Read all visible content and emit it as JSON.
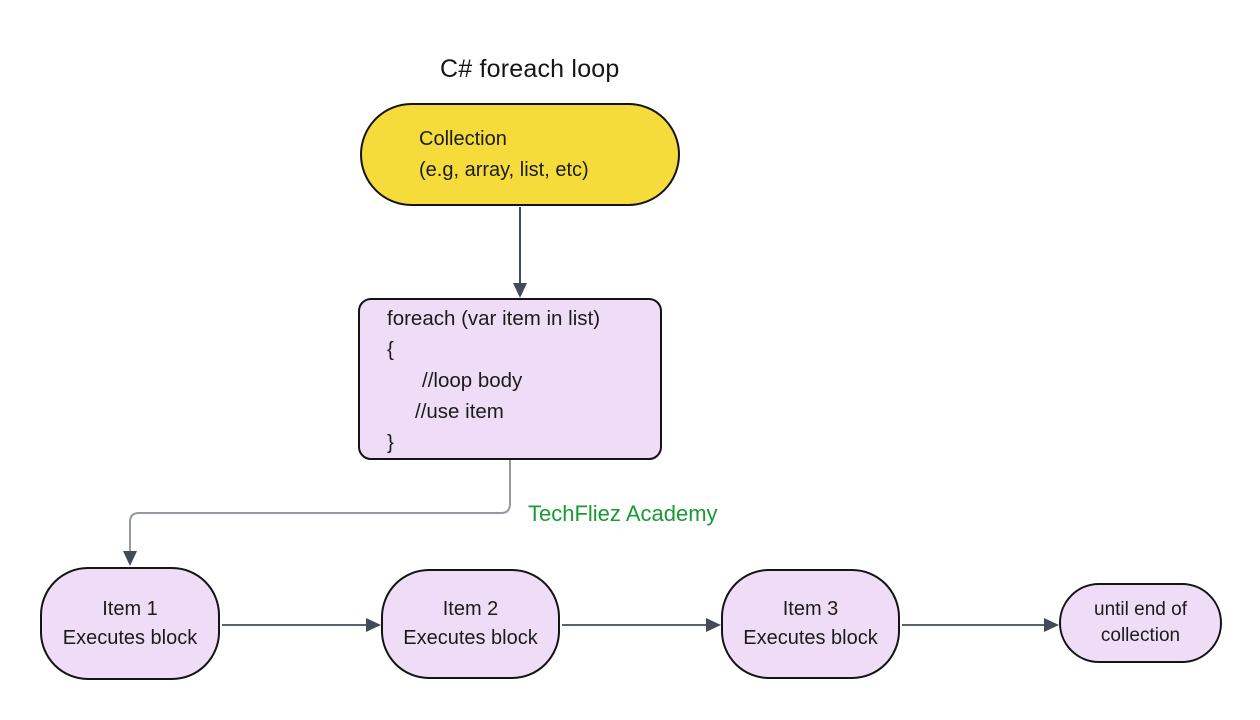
{
  "diagram": {
    "title": "C# foreach loop",
    "watermark": "TechFliez Academy"
  },
  "nodes": {
    "collection": {
      "line1": "Collection",
      "line2": "(e.g, array, list, etc)"
    },
    "foreach_code": {
      "lines": [
        "foreach (var item in list)",
        "{",
        "//loop body",
        "//use item",
        "}"
      ]
    },
    "item1": {
      "line1": "Item 1",
      "line2": "Executes block"
    },
    "item2": {
      "line1": "Item 2",
      "line2": "Executes block"
    },
    "item3": {
      "line1": "Item 3",
      "line2": "Executes block"
    },
    "end_node": {
      "line1": "until end of",
      "line2": "collection"
    }
  },
  "colors": {
    "background": "#FFFFFF",
    "collection_fill": "#F6DC3B",
    "process_fill": "#EFDDF8",
    "node_border": "#141414",
    "connector_dark": "#434B5B",
    "connector_elbow_gray": "#9499A2",
    "watermark_green": "#189B35",
    "title_text": "#151515"
  }
}
